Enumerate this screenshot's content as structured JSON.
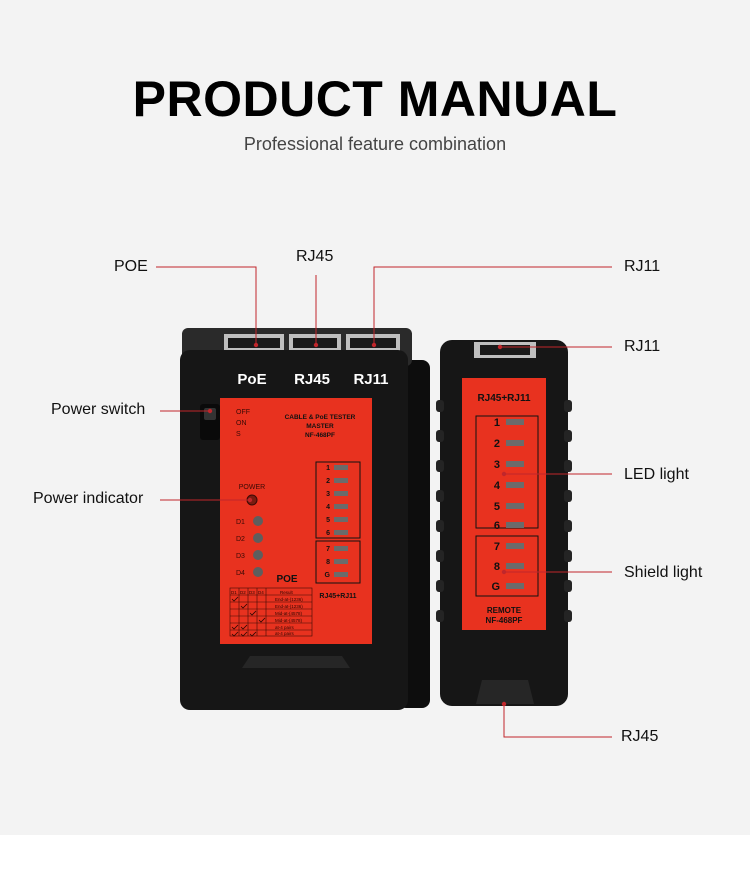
{
  "header": {
    "title": "PRODUCT MANUAL",
    "subtitle": "Professional feature combination"
  },
  "callouts": {
    "poe": "POE",
    "rj45_top": "RJ45",
    "rj11_top": "RJ11",
    "rj11_remote": "RJ11",
    "power_switch": "Power switch",
    "power_indicator": "Power indicator",
    "led_light": "LED light",
    "shield_light": "Shield light",
    "rj45_bottom": "RJ45"
  },
  "master": {
    "port_labels": [
      "PoE",
      "RJ45",
      "RJ11"
    ],
    "switch_positions": [
      "OFF",
      "ON",
      "S"
    ],
    "brand_lines": [
      "CABLE & PoE TESTER",
      "MASTER",
      "NF-468PF"
    ],
    "power_label": "POWER",
    "d_leds": [
      "D1",
      "D2",
      "D3",
      "D4"
    ],
    "poe_label": "POE",
    "led_numbers": [
      "1",
      "2",
      "3",
      "4",
      "5",
      "6"
    ],
    "shield_numbers": [
      "7",
      "8",
      "G"
    ],
    "bottom_label": "RJ45+RJ11",
    "table_header": [
      "D1",
      "D2",
      "D3",
      "D4",
      "Result"
    ],
    "table_rows": [
      "End-at-(1236)",
      "End-at-(1236)",
      "Mid-at-(4578)",
      "Mid-at-(4578)",
      "at-4 pairs",
      "at-4 pairs"
    ]
  },
  "remote": {
    "header": "RJ45+RJ11",
    "led_numbers": [
      "1",
      "2",
      "3",
      "4",
      "5",
      "6"
    ],
    "shield_numbers": [
      "7",
      "8",
      "G"
    ],
    "footer_lines": [
      "REMOTE",
      "NF-468PF"
    ]
  },
  "colors": {
    "red_panel": "#e8321f",
    "body": "#161616",
    "leader_line": "#c0262b"
  }
}
